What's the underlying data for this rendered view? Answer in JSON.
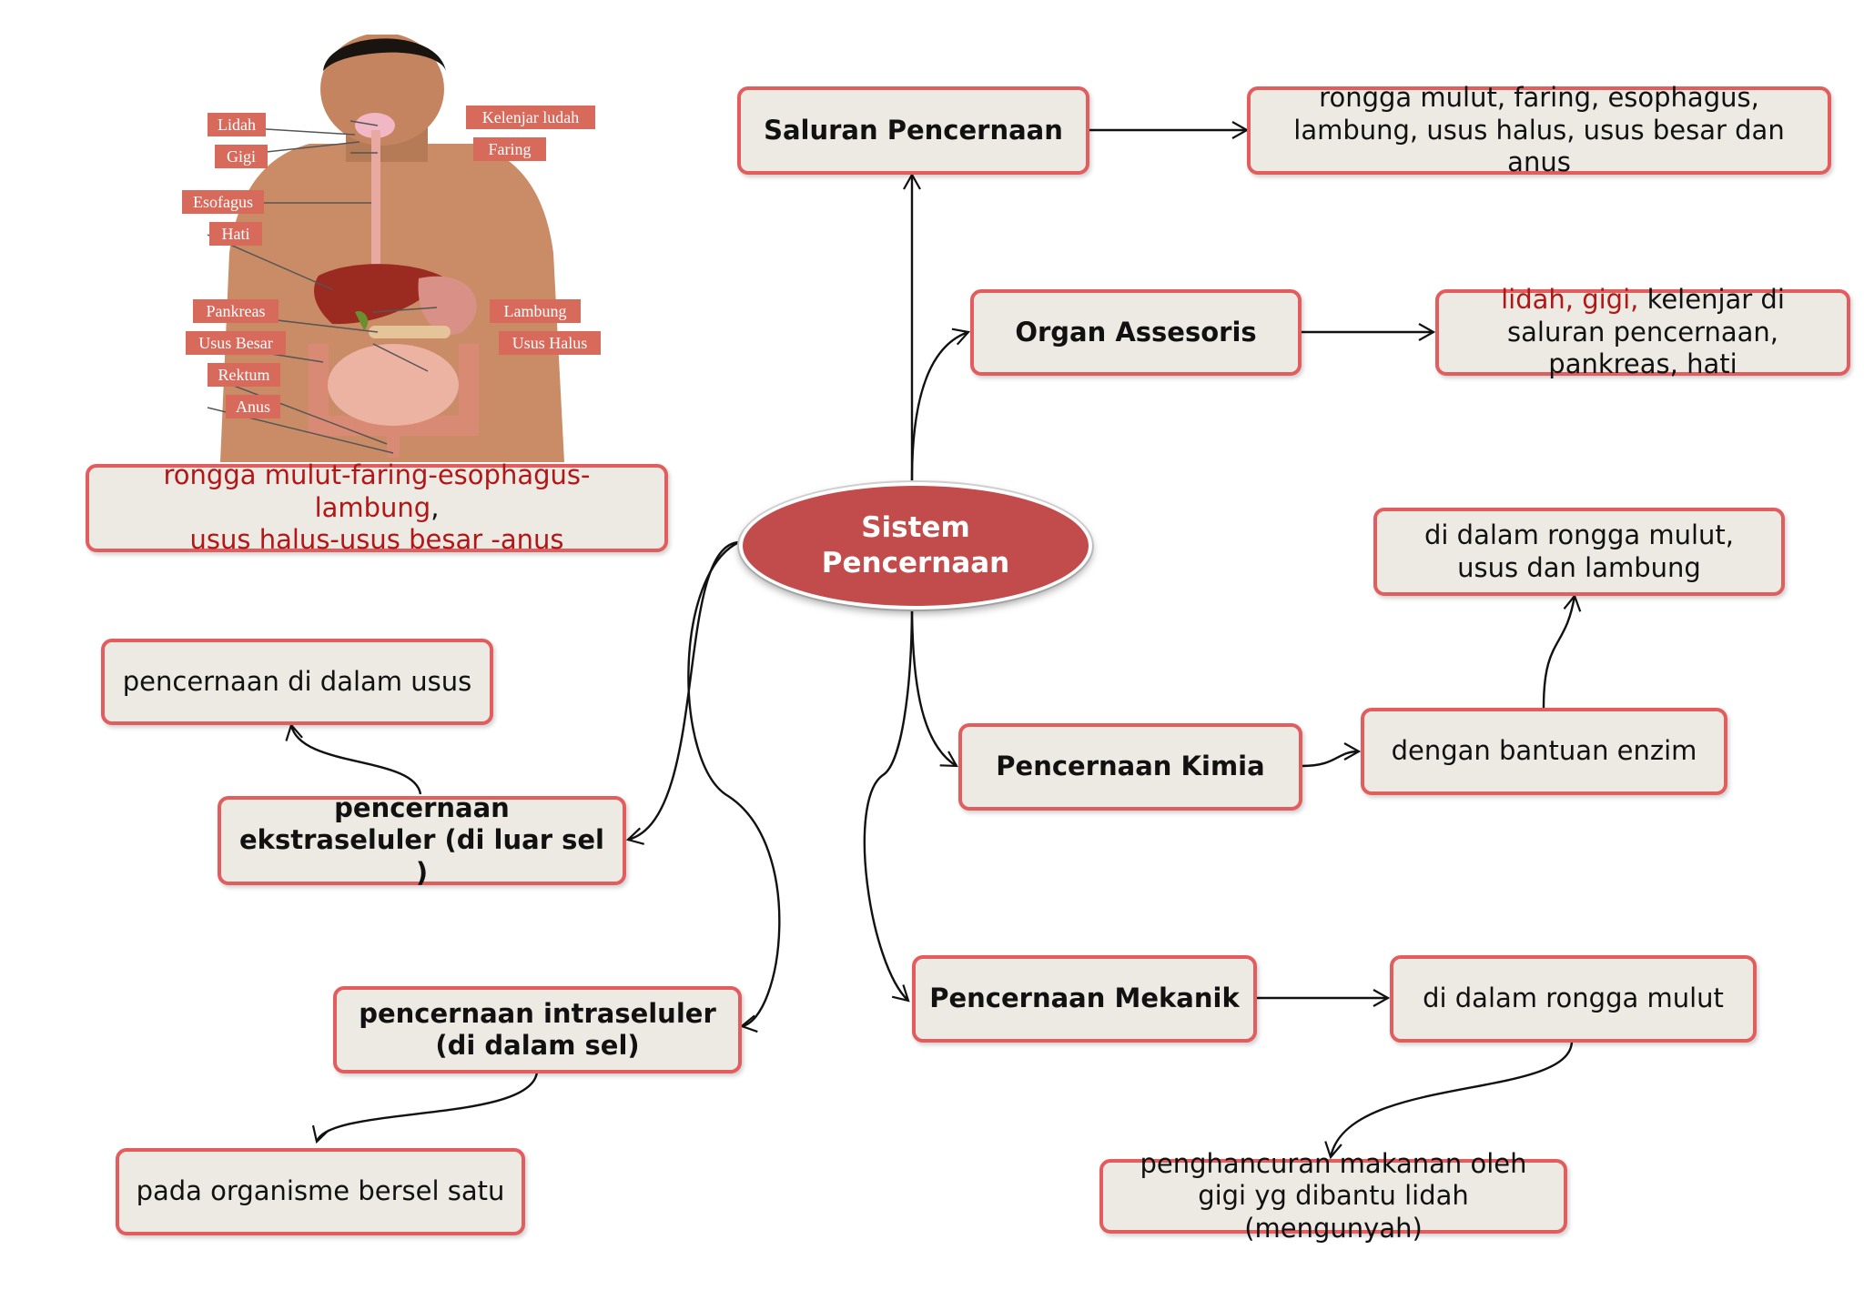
{
  "center": {
    "line1": "Sistem",
    "line2": "Pencernaan"
  },
  "nodes": {
    "saluran": "Saluran Pencernaan",
    "saluran_desc": "rongga mulut, faring, esophagus, lambung, usus halus, usus besar dan anus",
    "organ": "Organ Assesoris",
    "organ_desc_red": "lidah, gigi,",
    "organ_desc_rest": " kelenjar di saluran pencernaan, pankreas, hati",
    "kimia": "Pencernaan Kimia",
    "kimia_enzim": "dengan bantuan enzim",
    "kimia_lokasi": "di dalam rongga mulut, usus dan lambung",
    "mekanik": "Pencernaan Mekanik",
    "mekanik_lokasi": "di dalam rongga mulut",
    "mekanik_desc": "penghancuran makanan oleh gigi yg dibantu lidah (mengunyah)",
    "ekstra": "pencernaan ekstraseluler (di luar sel )",
    "ekstra_desc": "pencernaan di dalam usus",
    "intra": "pencernaan intraseluler (di dalam sel)",
    "intra_desc": "pada organisme bersel satu",
    "jalur_red": "rongga mulut-faring-esophagus-lambung",
    "jalur_red2": "usus halus-usus besar -anus"
  },
  "anatomy_labels": {
    "lidah": "Lidah",
    "gigi": "Gigi",
    "esofagus": "Esofagus",
    "hati": "Hati",
    "pankreas": "Pankreas",
    "usus_besar": "Usus Besar",
    "rektum": "Rektum",
    "anus": "Anus",
    "kelenjar_ludah": "Kelenjar ludah",
    "faring": "Faring",
    "lambung": "Lambung",
    "usus_halus": "Usus Halus"
  },
  "colors": {
    "box_border": "#e25d5d",
    "box_fill": "#edeae3",
    "center_fill": "#c24b4b",
    "highlight_text": "#b21717",
    "label_fill": "#d86a5c"
  }
}
